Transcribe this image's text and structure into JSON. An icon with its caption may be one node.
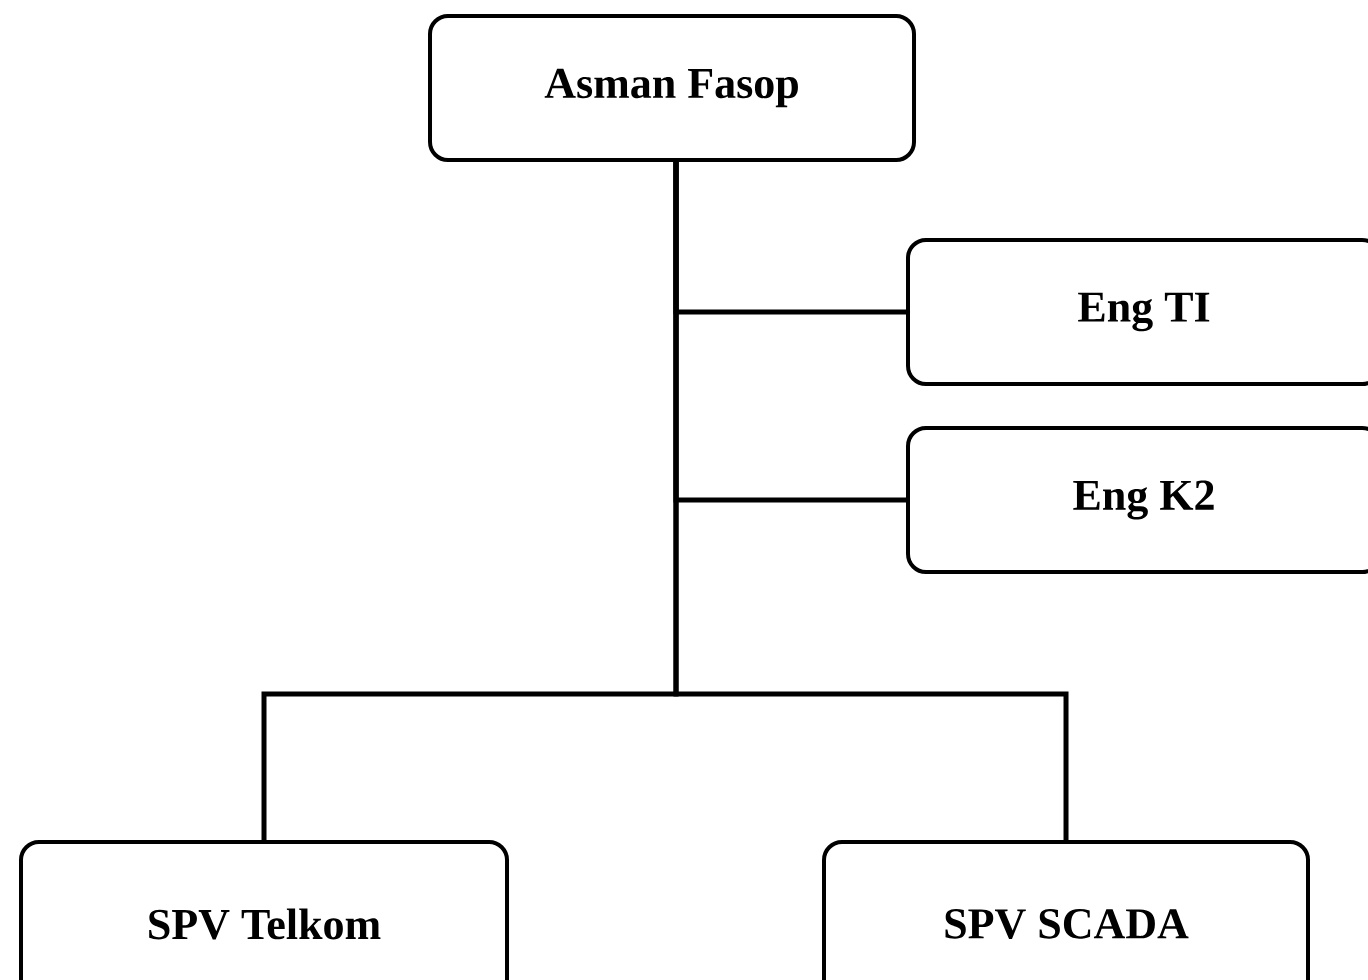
{
  "diagram": {
    "nodes": [
      {
        "text": [
          "Asman Fasop"
        ]
      },
      {
        "text": [
          "Eng TI"
        ]
      },
      {
        "text": [
          "Eng K2"
        ]
      },
      {
        "text": [
          "SPV Telkom"
        ]
      },
      {
        "text": [
          "SPV SCADA"
        ]
      }
    ],
    "edges": [
      {
        "from": 0,
        "to": 1,
        "arrow": "none"
      },
      {
        "from": 0,
        "to": 2,
        "arrow": "none"
      },
      {
        "from": 0,
        "to": 3,
        "arrow": "none"
      },
      {
        "from": 0,
        "to": 4,
        "arrow": "none"
      }
    ]
  }
}
